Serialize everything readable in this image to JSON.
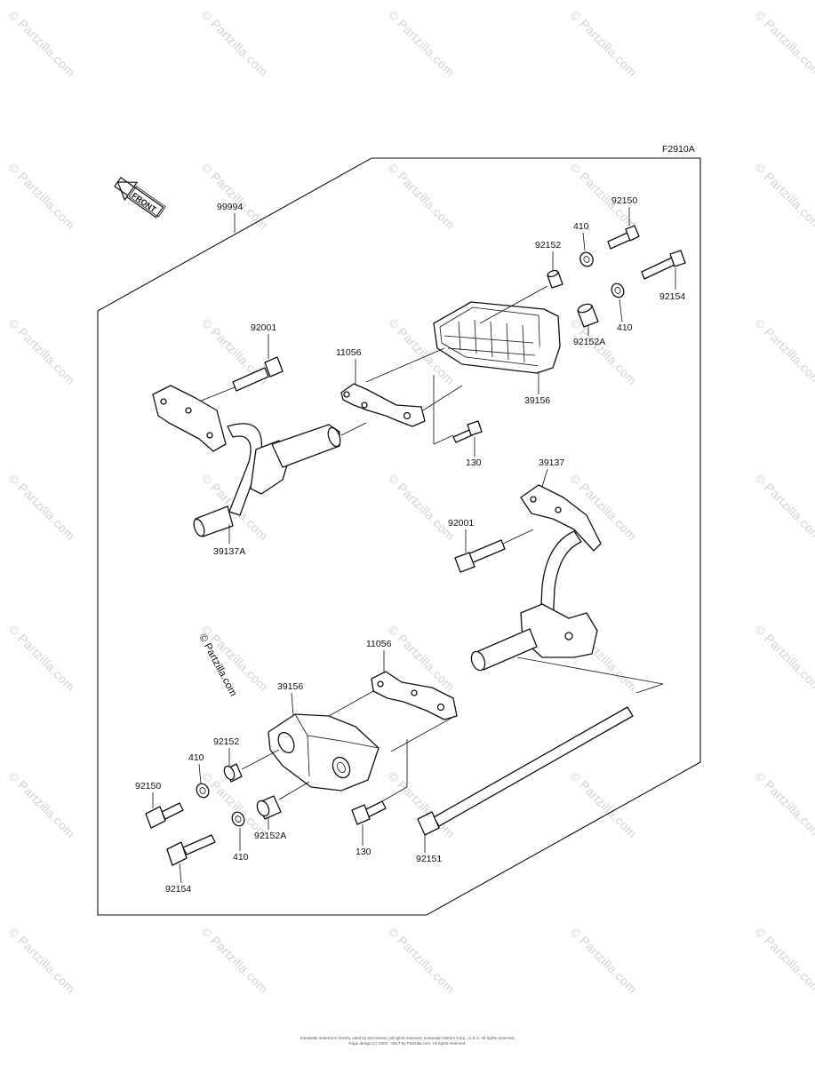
{
  "diagram": {
    "figure_code": "F2910A",
    "front_arrow_label": "FRONT",
    "kit_label": "99994",
    "copyright_mark": "© Partzilla.com",
    "watermark_text": "© Partzilla.com",
    "labels": {
      "p92150_top": "92150",
      "p410_top": "410",
      "p92152_top": "92152",
      "p92154_top": "92154",
      "p410_top2": "410",
      "p92152A_top": "92152A",
      "p39156_top": "39156",
      "p11056_top": "11056",
      "p92001_top": "92001",
      "p130_top": "130",
      "p39137A": "39137A",
      "p39137": "39137",
      "p92001_mid": "92001",
      "p11056_bot": "11056",
      "p39156_bot": "39156",
      "p92152_bot": "92152",
      "p410_bot": "410",
      "p92150_bot": "92150",
      "p92152A_bot": "92152A",
      "p410_bot2": "410",
      "p92154_bot": "92154",
      "p130_bot": "130",
      "p92151": "92151"
    }
  },
  "footer": {
    "line1": "Kawasaki material is hereby used by permission; all rights reserved. Kawasaki Motors Corp., U.S.A. All rights reserved.",
    "line2": "Page design (c) 2002 - 2017 by Partzilla.com. All rights reserved."
  }
}
